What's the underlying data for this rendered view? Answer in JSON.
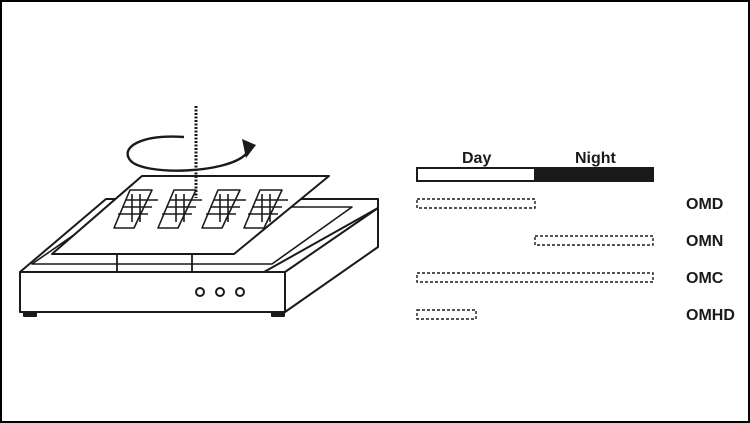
{
  "timeline": {
    "day_label": "Day",
    "night_label": "Night",
    "bar_colors": {
      "day": "#ffffff",
      "night": "#1a1a1a",
      "stroke": "#1a1a1a"
    }
  },
  "groups": [
    {
      "label": "OMD",
      "start": 0.0,
      "end": 0.5
    },
    {
      "label": "OMN",
      "start": 0.5,
      "end": 1.0
    },
    {
      "label": "OMC",
      "start": 0.0,
      "end": 1.0
    },
    {
      "label": "OMHD",
      "start": 0.0,
      "end": 0.25
    }
  ],
  "apparatus": {
    "rotation_icon": "circular-arrow-icon",
    "tube_count": 4,
    "knob_count": 3
  }
}
